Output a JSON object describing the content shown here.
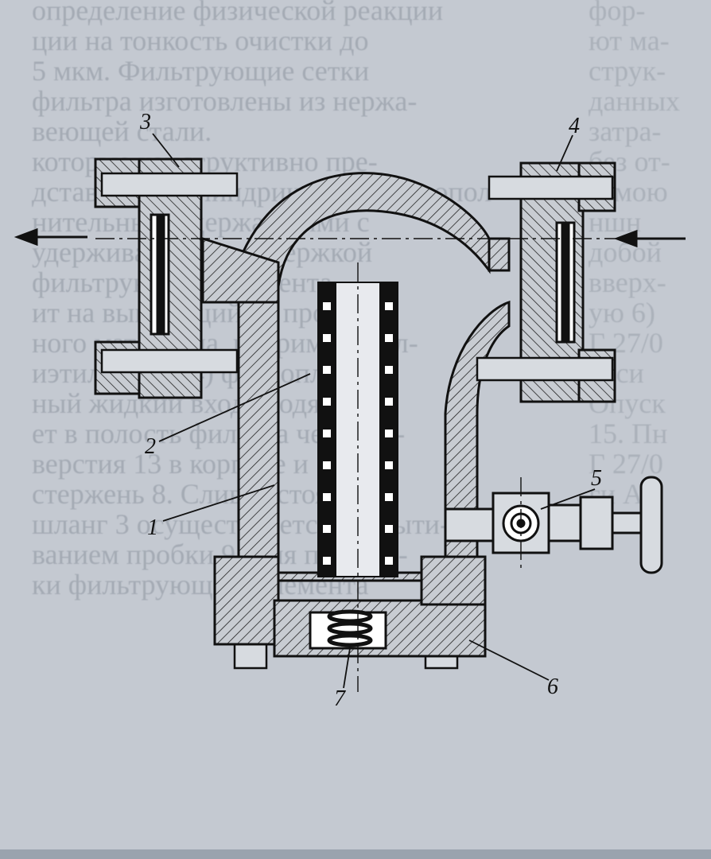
{
  "background_text": {
    "left": [
      "определение физической реакции",
      "ции на тонкость очистки до",
      "5 мкм. Фильтрующие сетки",
      "фильтра изготовлены из нержа-",
      "веющей стали.",
      "которые конструктивно пре-",
      "дставлены цилиндрическими и допол-",
      "нительными держателями с",
      "удерживающей поддержкой",
      "фильтрующего элемента",
      "ит на выводящий из проточ-",
      "ного материала, например, пол-",
      "иэтилена (-1,4) фторопласт",
      "ный жидкий вход входя-",
      "ет в полость фильтра через от-",
      "верстия 13 в корпусе и",
      "стержень 8. Слив отстоя",
      "шланг 3 осуществляется открыти-",
      "ванием пробки 9. Для промыв-",
      "ки фильтрующего элемента"
    ],
    "right": [
      "фор-",
      "ют ма-",
      "струк-",
      "данных",
      "затра-",
      "без от-",
      "аемою",
      "",
      "ншн",
      "добой",
      "вверх-",
      "ую 6)",
      "",
      "",
      "Г 27/0",
      "коси",
      "Опуск",
      "15. Пн",
      "Г 27/0",
      "ги Ан"
    ]
  },
  "callouts": [
    "3",
    "4",
    "2",
    "5",
    "1",
    "6",
    "7"
  ],
  "colors": {
    "ink": "#111111",
    "hatch": "#222222",
    "background": "#c4c9d1",
    "paper_text": "#9aa1ab"
  }
}
